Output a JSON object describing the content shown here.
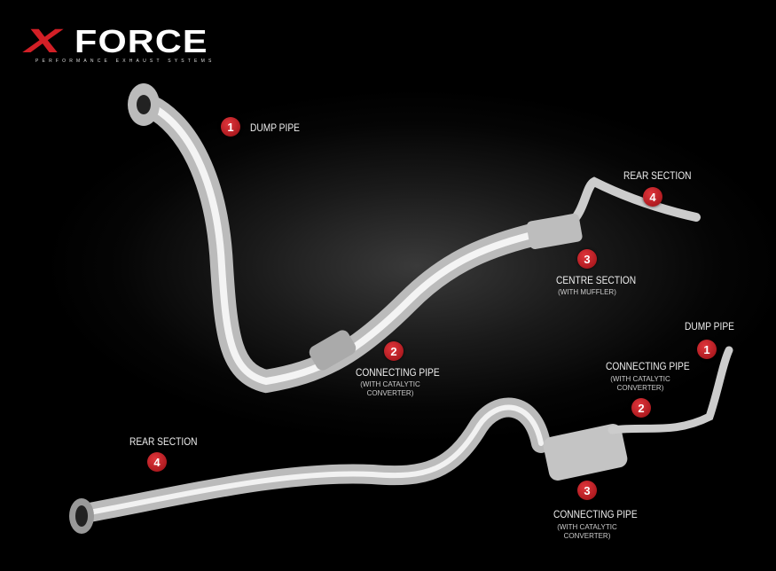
{
  "logo": {
    "brand": "XFORCE",
    "tagline": "PERFORMANCE EXHAUST SYSTEMS",
    "brand_color": "#d21f26"
  },
  "badge_color": "#c4161c",
  "upper_system": {
    "dump_pipe": {
      "number": "1",
      "label": "DUMP PIPE"
    },
    "connecting_pipe": {
      "number": "2",
      "label": "CONNECTING PIPE",
      "note_line1": "(WITH CATALYTIC",
      "note_line2": "CONVERTER)"
    },
    "centre_section": {
      "number": "3",
      "label": "CENTRE SECTION",
      "note": "(WITH MUFFLER)"
    },
    "rear_section": {
      "number": "4",
      "label": "REAR SECTION"
    }
  },
  "lower_system": {
    "dump_pipe": {
      "number": "1",
      "label": "DUMP PIPE"
    },
    "connecting_pipe_a": {
      "number": "2",
      "label": "CONNECTING PIPE",
      "note_line1": "(WITH CATALYTIC",
      "note_line2": "CONVERTER)"
    },
    "connecting_pipe_b": {
      "number": "3",
      "label": "CONNECTING PIPE",
      "note_line1": "(WITH CATALYTIC",
      "note_line2": "CONVERTER)"
    },
    "rear_section": {
      "number": "4",
      "label": "REAR SECTION"
    }
  }
}
